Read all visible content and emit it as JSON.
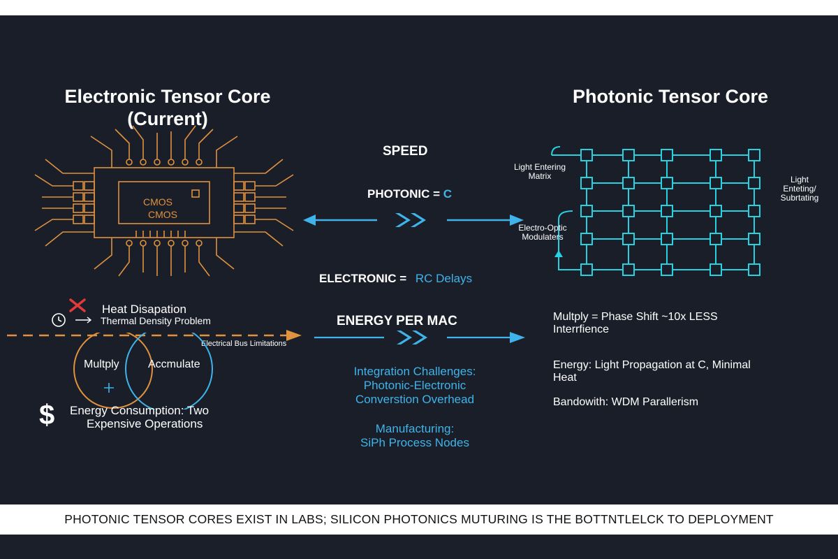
{
  "left": {
    "title_line1": "Electronic Tensor Core",
    "title_line2": "(Current)",
    "chip_label1": "CMOS",
    "chip_label2": "CMOS",
    "heat_title": "Heat Disapation",
    "heat_subtitle": "Thermal Density Problem",
    "bus_label": "Electrical Bus Limitations",
    "venn_left": "Multply",
    "venn_right": "Accmulate",
    "energy_line1": "Energy Consumption: Two",
    "energy_line2": "Expensive Operations"
  },
  "center": {
    "speed_title": "SPEED",
    "photonic_prefix": "PHOTONIC = ",
    "photonic_value": "C",
    "electronic_prefix": "ELECTRONIC = ",
    "electronic_value": "RC Delays",
    "energy_title": "ENERGY PER MAC",
    "integration_line1": "Integration Challenges:",
    "integration_line2": "Photonic-Electronic",
    "integration_line3": "Converstion Overhead",
    "manufacturing_line1": "Manufacturing:",
    "manufacturing_line2": "SiPh Process Nodes"
  },
  "right": {
    "title": "Photonic Tensor Core",
    "light_entering_line1": "Light Entering",
    "light_entering_line2": "Matrix",
    "light_right_line1": "Light",
    "light_right_line2": "Enteting/",
    "light_right_line3": "Subrtating",
    "modulators_line1": "Electro-Optic",
    "modulators_line2": "Modulaters",
    "multiply_line1": "Multply = Phase Shift ~10x LESS",
    "multiply_line2": "Interrfience",
    "energy_line1": "Energy: Light Propagation at C, Minimal",
    "energy_line2": "Heat",
    "bandwidth": "Bandowith: WDM Parallerism"
  },
  "footer": "PHOTONIC TENSOR CORES EXIST IN LABS; SILICON PHOTONICS MUTURING IS THE BOTTNTLELCK TO DEPLOYMENT",
  "colors": {
    "background": "#1a1e29",
    "orange": "#e0923e",
    "cyan": "#3fb4ea",
    "red": "#e23a3a"
  },
  "icons": [
    "cross-icon",
    "clock-icon",
    "dollar-icon",
    "double-chevron-icon"
  ]
}
